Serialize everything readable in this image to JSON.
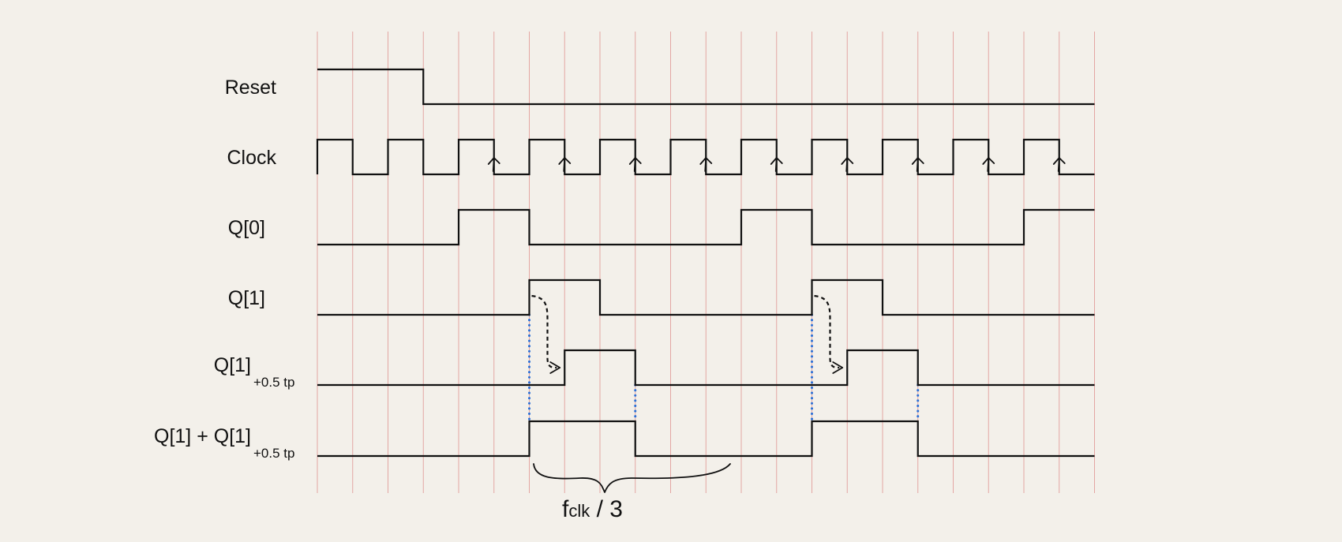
{
  "signals": [
    {
      "id": "reset",
      "label": "Reset",
      "sub": "",
      "wave": "1110000000000000000000",
      "phase": 0
    },
    {
      "id": "clock",
      "label": "Clock",
      "sub": "",
      "wave": "1010101010101010101010",
      "phase": 0
    },
    {
      "id": "q0",
      "label": "Q[0]",
      "sub": "",
      "wave": "0000110000001100000011",
      "phase": 0
    },
    {
      "id": "q1",
      "label": "Q[1]",
      "sub": "",
      "wave": "0000001100000011000000",
      "phase": 0
    },
    {
      "id": "q1d",
      "label": "Q[1]",
      "sub": "+0.5 tp",
      "wave": "0000000110000001100000",
      "phase": 0
    },
    {
      "id": "q1or",
      "label": "Q[1] + Q[1]",
      "sub": "+0.5 tp",
      "wave": "0000001110000011100000",
      "phase": 0
    }
  ],
  "clock_arrows_after_cycle": 2,
  "annotation": {
    "main": "f",
    "sub": "clk",
    "tail": " / 3"
  },
  "colors": {
    "background": "#f3f0ea",
    "grid": "#e3a6a3",
    "wave": "#111111",
    "dots": "#2b6fd6"
  }
}
